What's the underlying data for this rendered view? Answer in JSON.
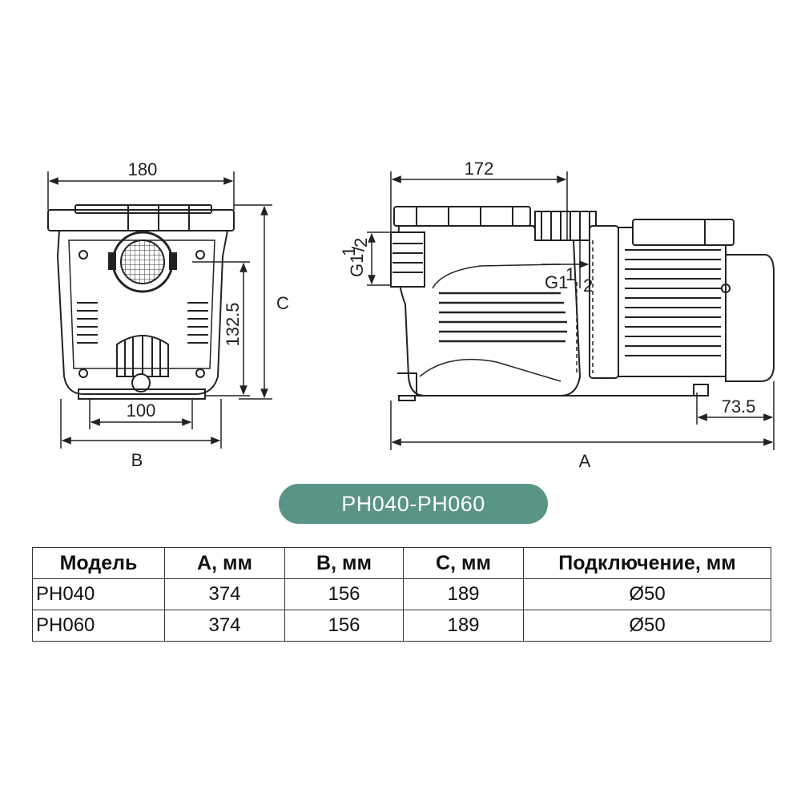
{
  "dimensions": {
    "front_width": "180",
    "front_bolt_spacing": "100",
    "front_height": "132.5",
    "front_b": "B",
    "front_c": "C",
    "side_top": "172",
    "side_offset": "73.5",
    "side_a": "A",
    "inlet_label_main": "G1",
    "inlet_label_sup": "1",
    "inlet_label_sub": "2",
    "outlet_label_main": "G1",
    "outlet_label_sup": "1",
    "outlet_label_sub": "2"
  },
  "badge": {
    "text": "PH040-PH060",
    "color": "#5a9486"
  },
  "table": {
    "headers": [
      "Модель",
      "А, мм",
      "В, мм",
      "С, мм",
      "Подключение, мм"
    ],
    "rows": [
      [
        "PH040",
        "374",
        "156",
        "189",
        "Ø50"
      ],
      [
        "PH060",
        "374",
        "156",
        "189",
        "Ø50"
      ]
    ]
  }
}
